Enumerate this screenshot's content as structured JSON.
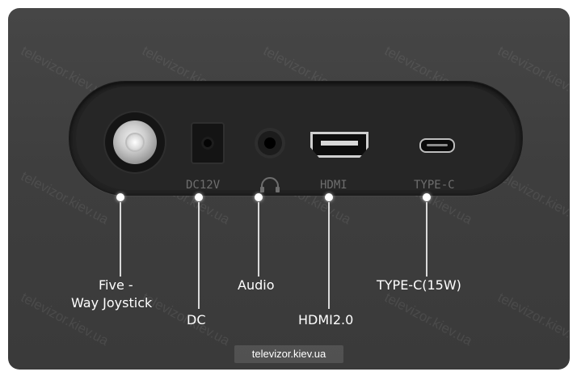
{
  "port_labels": {
    "dc": "DC12V",
    "hdmi": "HDMI",
    "type_c": "TYPE-C"
  },
  "callouts": {
    "joystick_line1": "Five -",
    "joystick_line2": "Way Joystick",
    "dc": "DC",
    "audio": "Audio",
    "hdmi": "HDMI2.0",
    "type_c": "TYPE-C(15W)"
  },
  "watermark": "televizor.kiev.ua",
  "site_badge": "televizor.kiev.ua",
  "colors": {
    "panel": "#404040",
    "port_bar": "#222222",
    "label_text": "#ffffff",
    "port_label_text": "#6e6e6e"
  },
  "icons": [
    "joystick-icon",
    "dc-port-icon",
    "audio-jack-icon",
    "headphone-icon",
    "hdmi-port-icon",
    "type-c-port-icon"
  ]
}
